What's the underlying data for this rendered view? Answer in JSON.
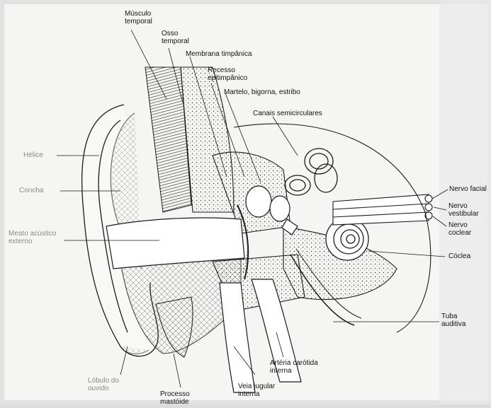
{
  "labels": {
    "musculo_temporal": "Músculo\ntemporal",
    "osso_temporal": "Osso\ntemporal",
    "membrana_timpanica": "Membrana timpânica",
    "recesso_epitimpanico": "Recesso\nepitimpânico",
    "ossiculos": "Martelo, bigorna, estribo",
    "canais_semicirculares": "Canais semicirculares",
    "helice": "Hélice",
    "concha": "Concha",
    "meato_acustico_externo": "Meato acústico\nexterno",
    "nervo_facial": "Nervo facial",
    "nervo_vestibular": "Nervo\nvestibular",
    "nervo_coclear": "Nervo\ncoclear",
    "coclea": "Cóclea",
    "tuba_auditiva": "Tuba\nauditiva",
    "arteria_carotida_interna": "Artéria carótida\ninterna",
    "lobulo_do_ouvido": "Lóbulo do\nouvido",
    "veia_jugular_interna": "Veia jugular\ninterna",
    "processo_mastoide": "Processo\nmastóide"
  },
  "colors": {
    "ink": "#1a1a1a",
    "paper": "#f4f4f2",
    "bone": "#e8e8e6",
    "cavity": "#ffffff"
  }
}
